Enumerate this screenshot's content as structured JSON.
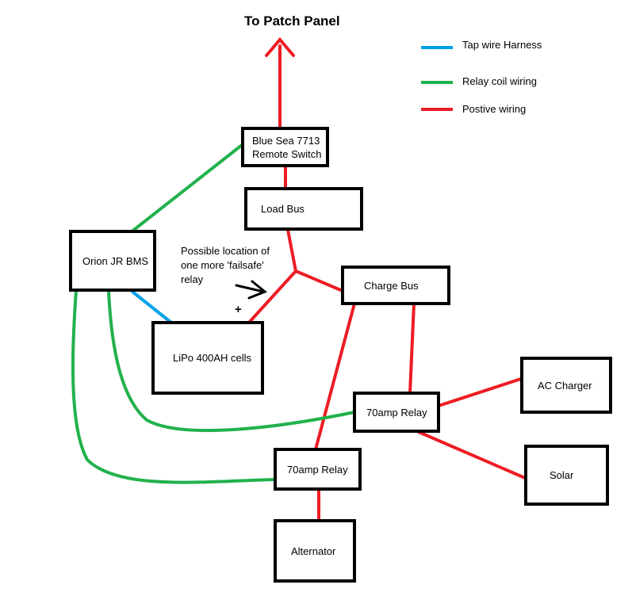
{
  "title": "To Patch Panel",
  "legend": [
    {
      "label": "Tap wire Harness",
      "color": "#00a2e8"
    },
    {
      "label": "Relay coil wiring",
      "color": "#22b14c"
    },
    {
      "label": "Postive wiring",
      "color": "#ed1c24"
    }
  ],
  "components": {
    "remote_switch": "Blue Sea 7713\nRemote Switch",
    "load_bus": "Load Bus",
    "bms": "Orion JR BMS",
    "charge_bus": "Charge Bus",
    "lipo": "LiPo 400AH cells",
    "relay_charge": "70amp Relay",
    "relay_alt": "70amp Relay",
    "ac_charger": "AC Charger",
    "solar": "Solar",
    "alternator": "Alternator"
  },
  "annotation": "Possible location of\none more 'failsafe'\nrelay",
  "polarity_mark": "+",
  "colors": {
    "positive": "#ed1c24",
    "coil": "#22b14c",
    "tap": "#00a2e8",
    "outline": "#000000"
  }
}
